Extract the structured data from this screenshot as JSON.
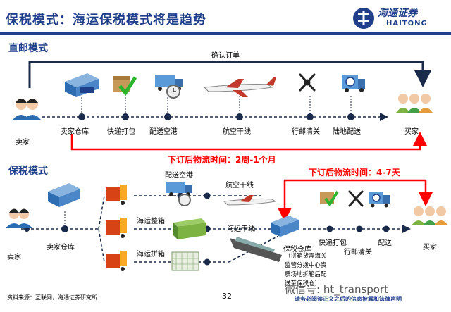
{
  "title": "保税模式：海运保税模式将是趋势",
  "logo": {
    "cn": "海通证券",
    "en": "HAITONG"
  },
  "direct": {
    "section_label": "直邮模式",
    "confirm_label": "确认订单",
    "seller": "卖家",
    "buyer": "买家",
    "steps": [
      "卖家仓库",
      "快递打包",
      "配送空港",
      "航空干线",
      "行邮清关",
      "陆地配送"
    ],
    "time_note": "下订后物流时间：2周-1个月"
  },
  "bonded": {
    "section_label": "保税模式",
    "seller": "卖家",
    "seller_warehouse": "卖家仓库",
    "air_delivery": "配送空港",
    "air_trunk": "航空干线",
    "sea_full": "海运整箱",
    "sea_lcl": "海运拼箱",
    "sea_trunk": "海运干线",
    "bonded_warehouse": "保税仓库",
    "notes": [
      "（拼箱货需海关",
      "监管分拨中心资",
      "质场地拆箱后配",
      "送至保税仓）"
    ],
    "steps_after": [
      "快递打包",
      "行邮清关",
      "配送"
    ],
    "buyer": "买家",
    "time_note": "下订后物流时间：4-7天"
  },
  "footer": {
    "source": "资料来源：互联网，海通证券研究所",
    "page": "32",
    "watermark": "微信号: ht_transport",
    "notice": "请务必阅读正文之后的信息披露和法律声明"
  },
  "colors": {
    "title_blue": "#1f3f8a",
    "red_arrow": "#ff0000",
    "line_dark": "#1a2a4a"
  }
}
